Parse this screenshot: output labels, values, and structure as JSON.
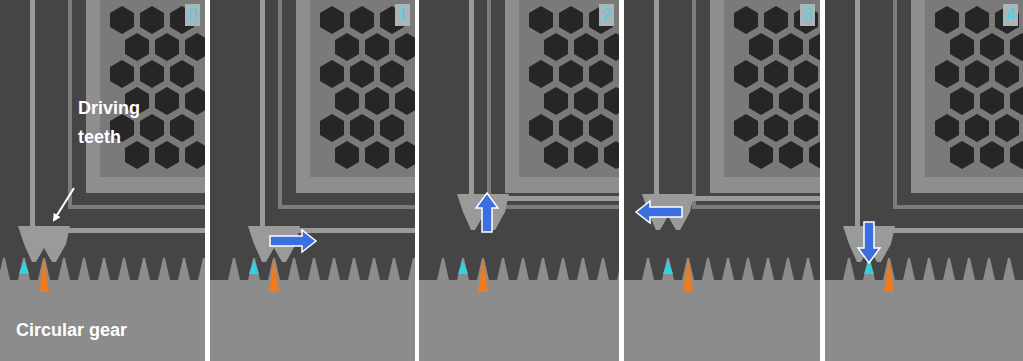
{
  "diagram": {
    "labels": [
      "0",
      "Driving teeth",
      "Circular gear",
      "1",
      "2",
      "3",
      "4"
    ]
  }
}
